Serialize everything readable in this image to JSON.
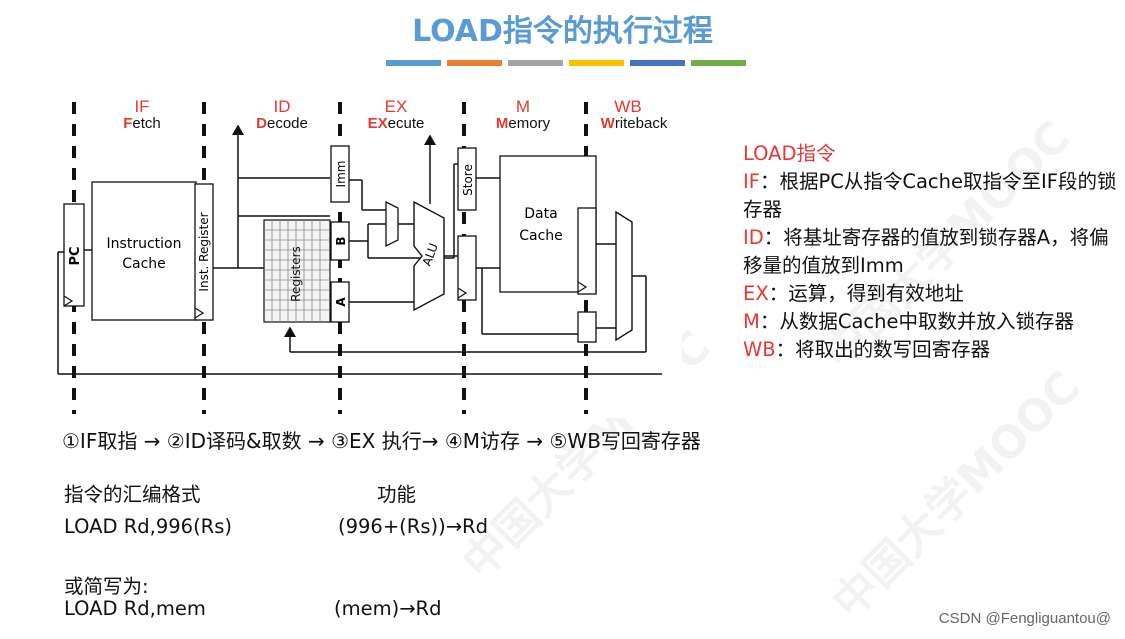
{
  "title": "LOAD指令的执行过程",
  "color_bars": [
    "#5b9bd5",
    "#ed7d31",
    "#a5a5a5",
    "#ffc000",
    "#4472c4",
    "#70ad47"
  ],
  "stages": [
    {
      "abbr": "IF",
      "first": "F",
      "rest": "etch"
    },
    {
      "abbr": "ID",
      "first": "D",
      "rest": "ecode"
    },
    {
      "abbr": "EX",
      "first": "EX",
      "rest": "ecute"
    },
    {
      "abbr": "M",
      "first": "M",
      "rest": "emory"
    },
    {
      "abbr": "WB",
      "first": "W",
      "rest": "riteback"
    }
  ],
  "diagram_labels": {
    "pc": "PC",
    "icache_line1": "Instruction",
    "icache_line2": "Cache",
    "inst_reg": "Inst. Register",
    "registers": "Registers",
    "imm": "Imm",
    "b": "B",
    "a": "A",
    "alu": "ALU",
    "store": "Store",
    "dcache_line1": "Data",
    "dcache_line2": "Cache"
  },
  "description": {
    "heading": "LOAD指令",
    "items": [
      {
        "tag": "IF",
        "text": "：根据PC从指令Cache取指令至IF段的锁存器"
      },
      {
        "tag": "ID",
        "text": "：将基址寄存器的值放到锁存器A，将偏移量的值放到Imm"
      },
      {
        "tag": "EX",
        "text": "：运算，得到有效地址"
      },
      {
        "tag": "M",
        "text": "：从数据Cache中取数并放入锁存器"
      },
      {
        "tag": "WB",
        "text": "：将取出的数写回寄存器"
      }
    ]
  },
  "flow": "①IF取指 → ②ID译码&取数 → ③EX 执行→ ④M访存 → ⑤WB写回寄存器",
  "asm_header": "指令的汇编格式",
  "func_header": "功能",
  "asm1": "LOAD  Rd,996(Rs)",
  "func1": "(996+(Rs))→Rd",
  "abbr_label": "或简写为:",
  "asm2": "LOAD  Rd,mem",
  "func2": "(mem)→Rd",
  "credit": "CSDN @Fengliguantou@",
  "watermark": "中国大学MOOC",
  "colors": {
    "title": "#5a9bd5",
    "stage": "#e53935",
    "highlight": "#e53935"
  }
}
